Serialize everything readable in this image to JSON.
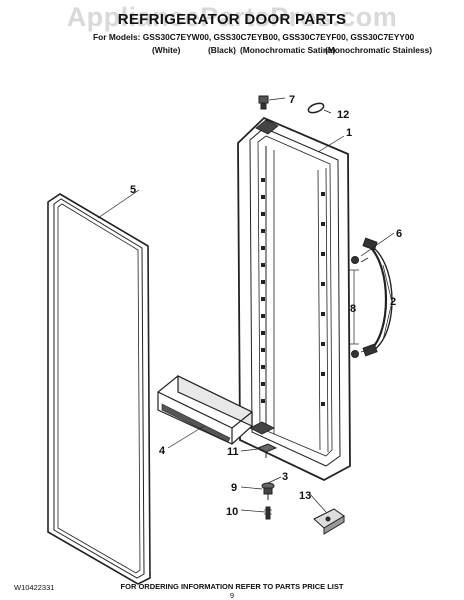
{
  "watermark": "AppliancePartsPros.com",
  "header": {
    "title": "REFRIGERATOR DOOR PARTS",
    "models": "For Models: GSS30C7EYW00, GSS30C7EYB00, GSS30C7EYF00, GSS30C7EYY00",
    "variants": [
      "(White)",
      "(Black)",
      "(Monochromatic Satina)",
      "(Monochromatic Stainless)"
    ]
  },
  "callouts": [
    "1",
    "2",
    "3",
    "4",
    "5",
    "6",
    "7",
    "8",
    "9",
    "10",
    "11",
    "12",
    "13"
  ],
  "footer": {
    "note": "FOR ORDERING INFORMATION REFER TO PARTS PRICE LIST",
    "doc_code": "W10422331",
    "page_number": "9"
  }
}
